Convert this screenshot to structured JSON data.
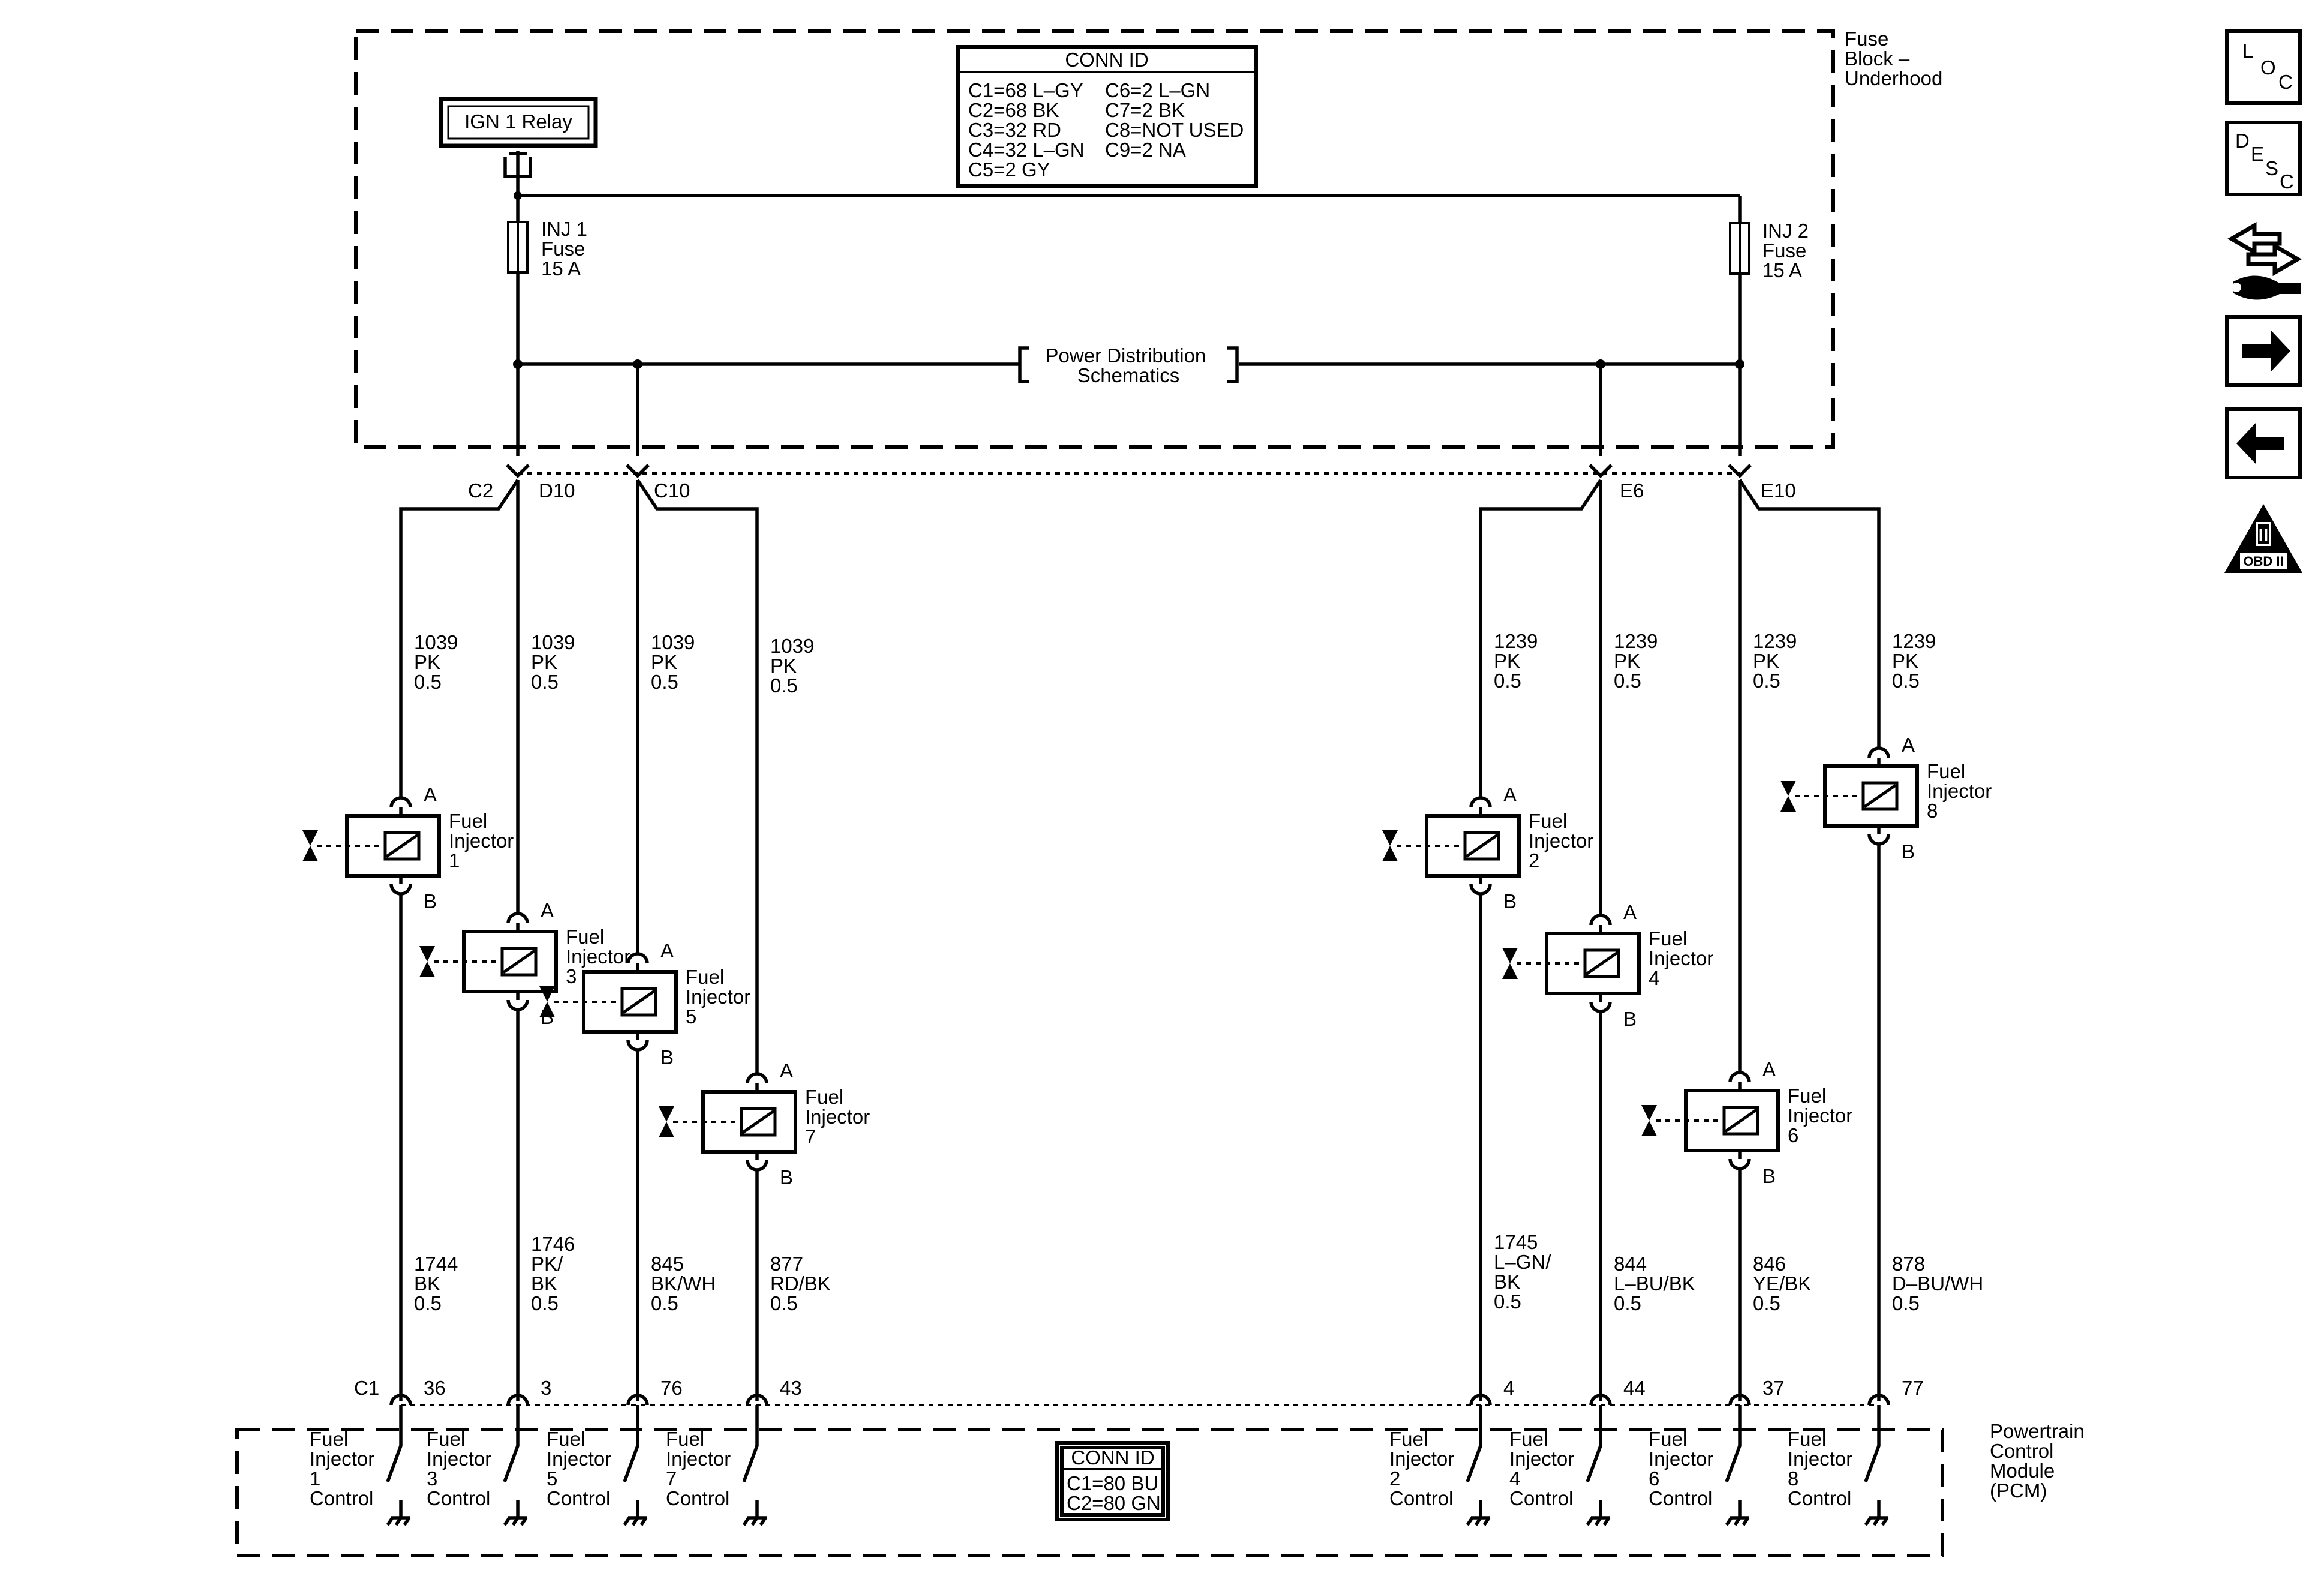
{
  "fuse_block": {
    "title_lines": [
      "Fuse",
      "Block –",
      "Underhood"
    ],
    "conn_id_title": "CONN ID",
    "conn_id_left": [
      "C1=68 L–GY",
      "C2=68 BK",
      "C3=32 RD",
      "C4=32 L–GN",
      "C5=2 GY"
    ],
    "conn_id_right": [
      "C6=2 L–GN",
      "C7=2 BK",
      "C8=NOT USED",
      "C9=2 NA"
    ],
    "relay_label": "IGN 1 Relay",
    "fuse1_lines": [
      "INJ 1",
      "Fuse",
      "15 A"
    ],
    "fuse2_lines": [
      "INJ 2",
      "Fuse",
      "15 A"
    ],
    "power_dist_lines": [
      "Power Distribution",
      "Schematics"
    ],
    "connectors": {
      "c2": "C2",
      "d10": "D10",
      "c10": "C10",
      "e6": "E6",
      "e10": "E10"
    }
  },
  "columns": [
    {
      "supply": [
        "1039",
        "PK",
        "0.5"
      ],
      "injector": [
        "Fuel",
        "Injector",
        "1"
      ],
      "control": [
        "1744",
        "BK",
        "0.5"
      ],
      "pin": "36",
      "pcm_label": [
        "Fuel",
        "Injector",
        "1",
        "Control"
      ]
    },
    {
      "supply": [
        "1039",
        "PK",
        "0.5"
      ],
      "injector": [
        "Fuel",
        "Injector",
        "3"
      ],
      "control": [
        "1746",
        "PK/",
        "BK",
        "0.5"
      ],
      "pin": "3",
      "pcm_label": [
        "Fuel",
        "Injector",
        "3",
        "Control"
      ]
    },
    {
      "supply": [
        "1039",
        "PK",
        "0.5"
      ],
      "injector": [
        "Fuel",
        "Injector",
        "5"
      ],
      "control": [
        "845",
        "BK/WH",
        "0.5"
      ],
      "pin": "76",
      "pcm_label": [
        "Fuel",
        "Injector",
        "5",
        "Control"
      ]
    },
    {
      "supply": [
        "1039",
        "PK",
        "0.5"
      ],
      "injector": [
        "Fuel",
        "Injector",
        "7"
      ],
      "control": [
        "877",
        "RD/BK",
        "0.5"
      ],
      "pin": "43",
      "pcm_label": [
        "Fuel",
        "Injector",
        "7",
        "Control"
      ]
    },
    {
      "supply": [
        "1239",
        "PK",
        "0.5"
      ],
      "injector": [
        "Fuel",
        "Injector",
        "2"
      ],
      "control": [
        "1745",
        "L–GN/",
        "BK",
        "0.5"
      ],
      "pin": "4",
      "pcm_label": [
        "Fuel",
        "Injector",
        "2",
        "Control"
      ]
    },
    {
      "supply": [
        "1239",
        "PK",
        "0.5"
      ],
      "injector": [
        "Fuel",
        "Injector",
        "4"
      ],
      "control": [
        "844",
        "L–BU/BK",
        "0.5"
      ],
      "pin": "44",
      "pcm_label": [
        "Fuel",
        "Injector",
        "4",
        "Control"
      ]
    },
    {
      "supply": [
        "1239",
        "PK",
        "0.5"
      ],
      "injector": [
        "Fuel",
        "Injector",
        "6"
      ],
      "control": [
        "846",
        "YE/BK",
        "0.5"
      ],
      "pin": "37",
      "pcm_label": [
        "Fuel",
        "Injector",
        "6",
        "Control"
      ]
    },
    {
      "supply": [
        "1239",
        "PK",
        "0.5"
      ],
      "injector": [
        "Fuel",
        "Injector",
        "8"
      ],
      "control": [
        "878",
        "D–BU/WH",
        "0.5"
      ],
      "pin": "77",
      "pcm_label": [
        "Fuel",
        "Injector",
        "8",
        "Control"
      ]
    }
  ],
  "pin_a": "A",
  "pin_b": "B",
  "pcm": {
    "title_lines": [
      "Powertrain",
      "Control",
      "Module",
      "(PCM)"
    ],
    "connector": "C1",
    "conn_id_title": "CONN ID",
    "conn_id_lines": [
      "C1=80 BU",
      "C2=80 GN"
    ]
  },
  "sidebar": {
    "loc": [
      "L",
      "O",
      "C"
    ],
    "desc": [
      "D",
      "E",
      "S",
      "C"
    ],
    "obd": [
      "II",
      "OBD II"
    ]
  }
}
